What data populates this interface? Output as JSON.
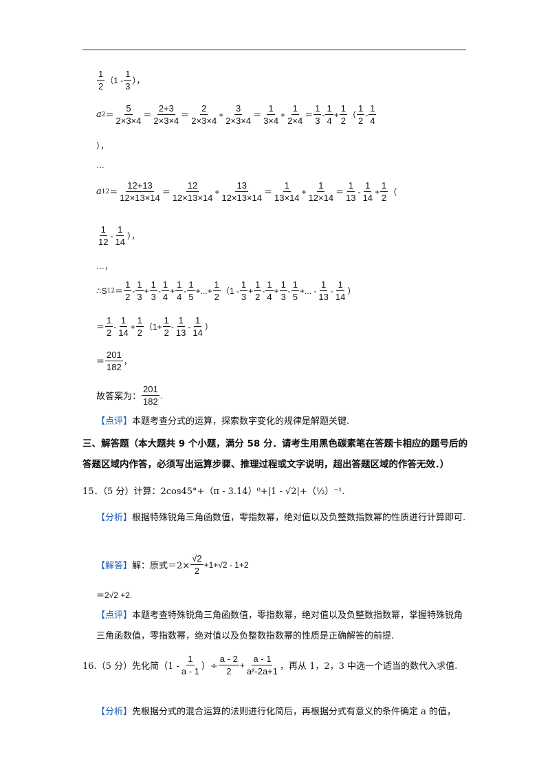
{
  "lines": {
    "l1_tail": "（1 -",
    "l1_end": "），",
    "a2_label": "a",
    "a2_sub": "2",
    "l3": "），",
    "l4": "…",
    "a12_label": "a",
    "a12_sub": "12",
    "l6_end": "），",
    "l7": "…，",
    "s_prefix": "∴S",
    "s_sub": "12",
    "result_eq": "＝",
    "result_comma": "，",
    "answer_prefix": "故答案为：",
    "answer_end": "."
  },
  "review1": {
    "tag": "【点评】",
    "text": "本题考查分式的运算，探索数字变化的规律是解题关键."
  },
  "section3": {
    "heading": "三、解答题（本大题共 9 个小题，满分 58 分．请考生用黑色碳素笔在答题卡相应的题号后的答题区域内作答，必须写出运算步骤、推理过程或文字说明，超出答题区域的作答无效．）"
  },
  "q15": {
    "stem": "15．（5 分）计算：2cos45°+（π - 3.14）⁰+|1 - √2|+（½）⁻¹.",
    "analysis_tag": "【分析】",
    "analysis": "根据特殊锐角三角函数值，零指数幂，绝对值以及负整数指数幂的性质进行计算即可.",
    "solution_tag": "【解答】",
    "solution_prefix": "解：原式＝2×",
    "solution_rest": "+1+√2 - 1+2",
    "solution_line2": "＝2√2 +2.",
    "review_tag": "【点评】",
    "review": "本题考查特殊锐角三角函数值，零指数幂，绝对值以及负整数指数幂，掌握特殊锐角三角函数值，零指数幂，绝对值以及负整数指数幂的性质是正确解答的前提."
  },
  "q16": {
    "stem_prefix": "16.（5 分）先化简（1 -",
    "stem_mid": "）÷",
    "stem_end": "，再从 1，2，3 中选一个适当的数代入求值.",
    "analysis_tag": "【分析】",
    "analysis": "先根据分式的混合运算的法则进行化简后，再根据分式有意义的条件确定 a 的值，"
  }
}
